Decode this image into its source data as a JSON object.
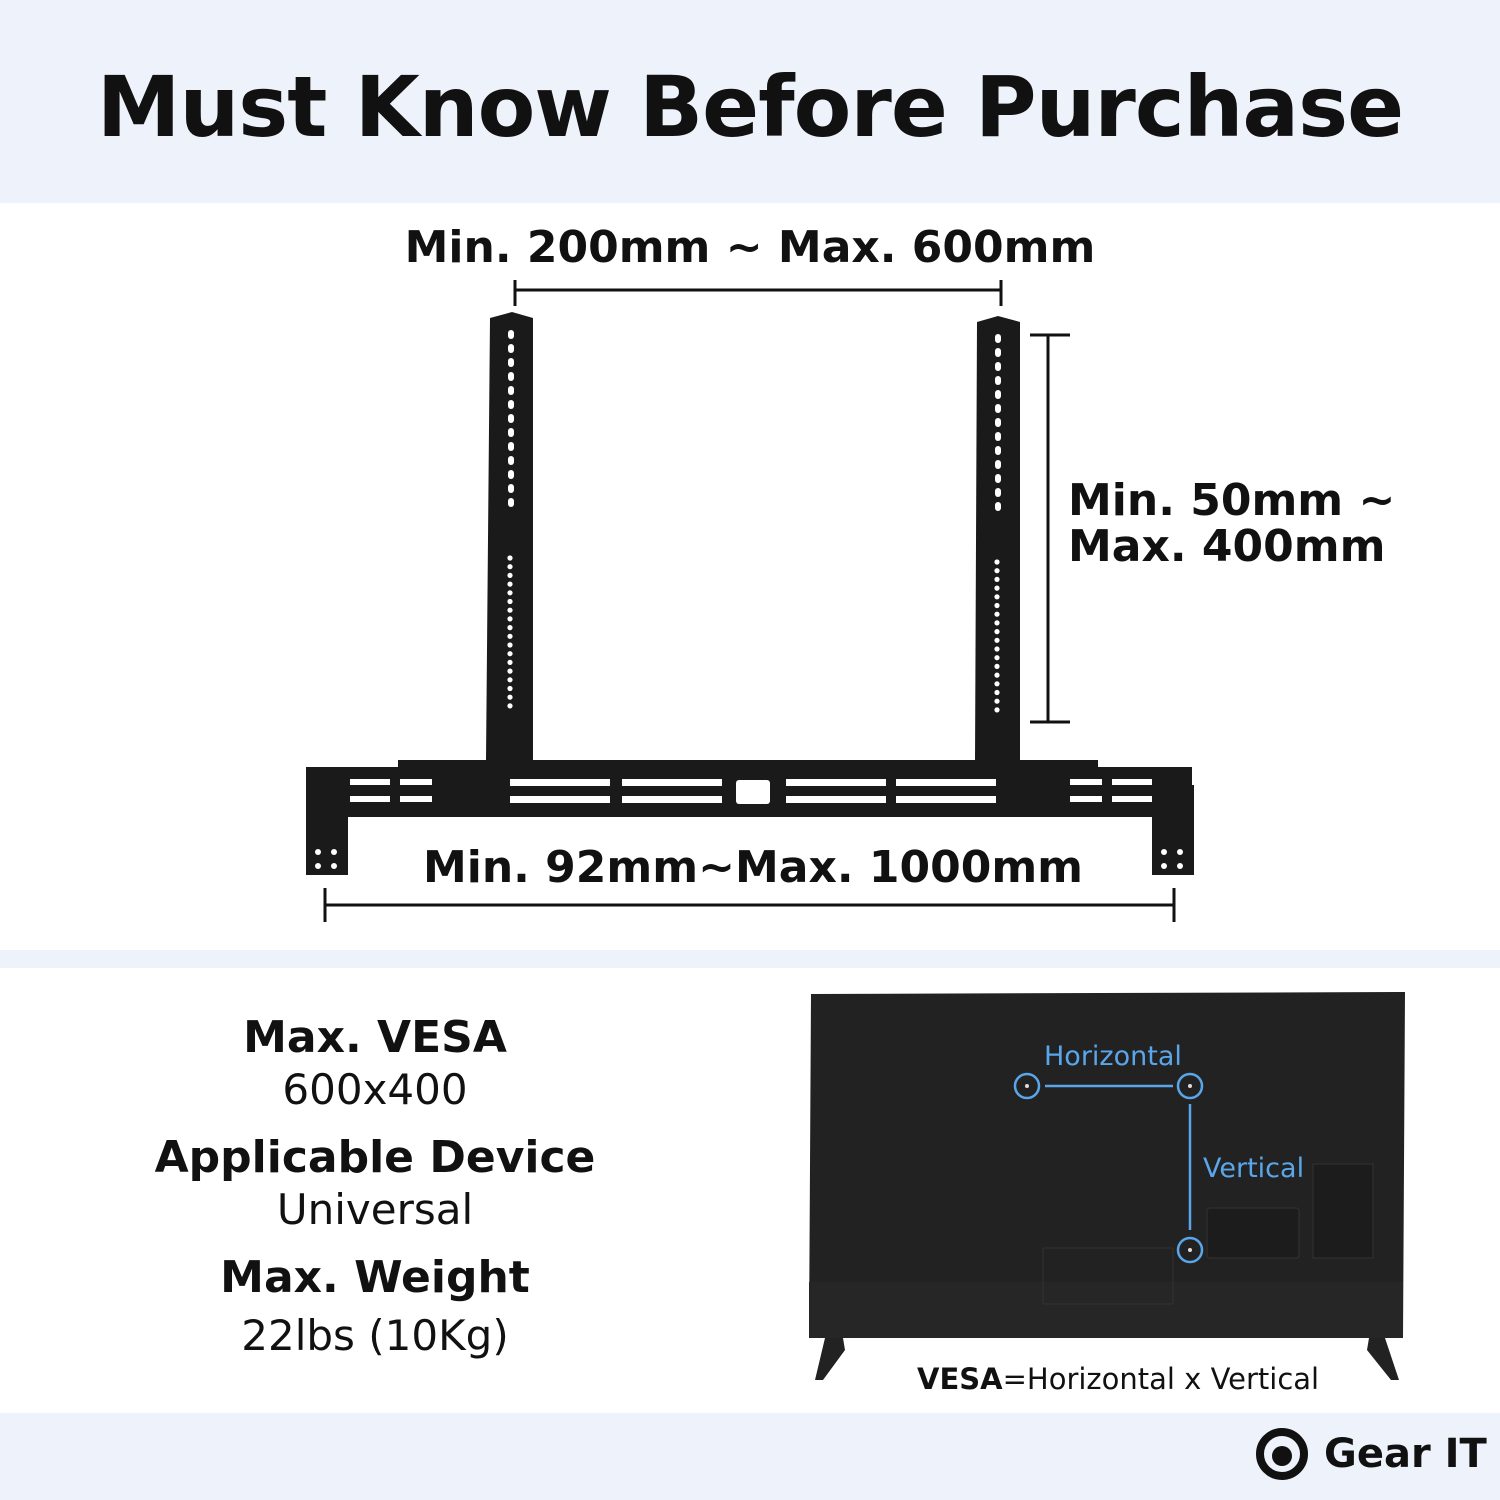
{
  "title": "Must Know Before Purchase",
  "dimensions": {
    "top": "Min. 200mm ~ Max. 600mm",
    "vertical_line1": "Min. 50mm ~",
    "vertical_line2": "Max. 400mm",
    "bottom": "Min. 92mm~Max. 1000mm"
  },
  "specs": [
    {
      "label": "Max. VESA",
      "value": "600x400"
    },
    {
      "label": "Applicable Device",
      "value": "Universal"
    },
    {
      "label": "Max. Weight",
      "value": "22lbs (10Kg)"
    }
  ],
  "tv": {
    "horizontal": "Horizontal",
    "vertical": "Vertical",
    "caption_bold": "VESA",
    "caption_rest": "=Horizontal x Vertical"
  },
  "brand": {
    "name": "Gear IT"
  },
  "colors": {
    "band": "#eef3fb",
    "accent": "#5aa6ea"
  }
}
